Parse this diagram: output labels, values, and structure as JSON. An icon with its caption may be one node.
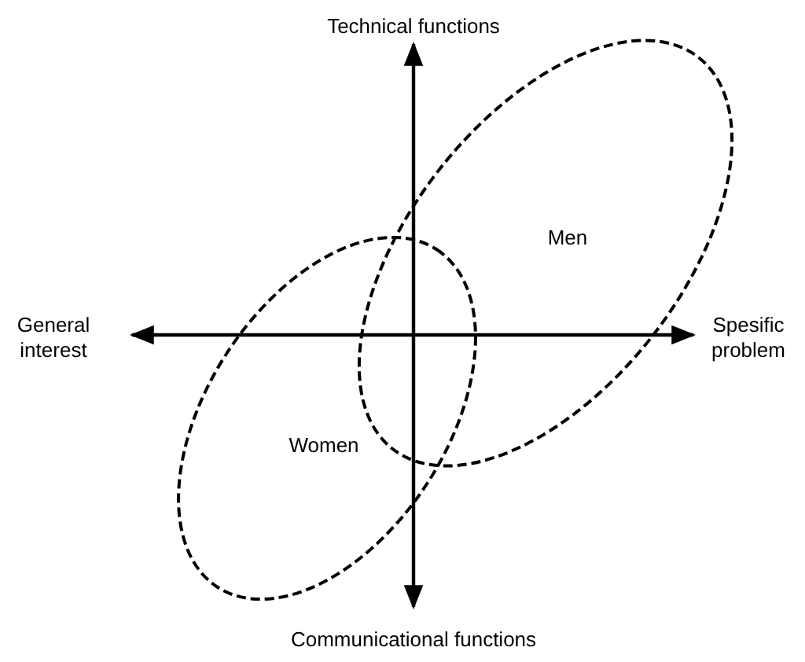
{
  "diagram": {
    "nodes": [
      {
        "text": [
          "Men"
        ]
      },
      {
        "text": [
          "Women"
        ]
      }
    ],
    "labels": [
      "Technical functions",
      "General interest",
      "Spesific problem",
      "Communicational functions"
    ]
  }
}
